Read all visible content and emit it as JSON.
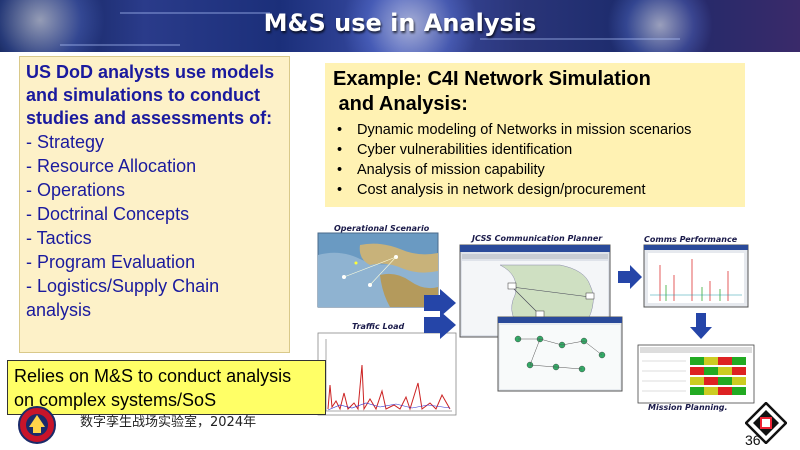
{
  "slide": {
    "title": "M&S use in Analysis",
    "page_number": "36",
    "footer": "数字孪生战场实验室，2024年"
  },
  "left_box": {
    "intro": "US DoD analysts use models and simulations to conduct studies and assessments of:",
    "items": [
      "- Strategy",
      "- Resource Allocation",
      "- Operations",
      "- Doctrinal Concepts",
      "- Tactics",
      "- Program Evaluation",
      "- Logistics/Supply Chain",
      "analysis"
    ]
  },
  "example": {
    "title_line1": "Example: C4I Network Simulation",
    "title_line2": " and Analysis:",
    "bullets": [
      "Dynamic modeling of Networks in mission scenarios",
      "Cyber vulnerabilities identification",
      "Analysis of mission capability",
      "Cost analysis in network design/procurement"
    ]
  },
  "diagram": {
    "captions": {
      "operational_scenario": "Operational Scenario",
      "jcss": "JCSS Communication Planner",
      "comms_performance": "Comms Performance",
      "traffic_load": "Traffic Load",
      "mission_planning": "Mission Planning."
    }
  },
  "relies": {
    "line1": "Relies on M&S to conduct analysis",
    "line2": "on complex systems/SoS"
  },
  "colors": {
    "left_box_bg": "#fdf1c8",
    "left_text": "#1a1a9e",
    "example_bg": "#fff2b3",
    "relies_bg": "#ffff66",
    "arrow_blue": "#2545a8"
  }
}
